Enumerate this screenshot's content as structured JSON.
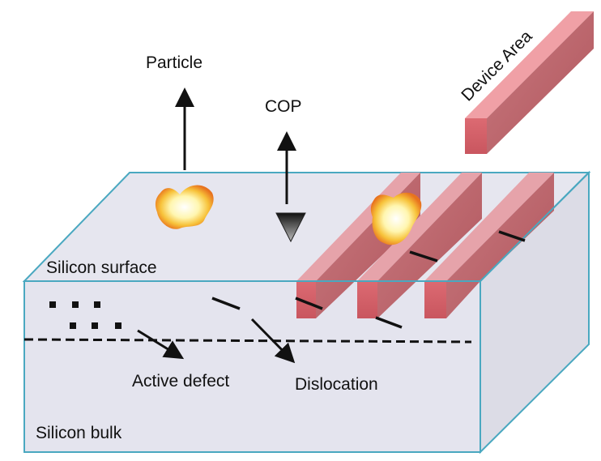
{
  "labels": {
    "particle": "Particle",
    "cop": "COP",
    "device_area": "Device Area",
    "silicon_surface": "Silicon surface",
    "silicon_bulk": "Silicon bulk",
    "active_defect": "Active defect",
    "dislocation": "Dislocation"
  },
  "colors": {
    "box_edge": "#4aa8c0",
    "box_face": "#e4e4ee",
    "box_side": "#dcdce6",
    "device_front": "#d9606a",
    "device_top": "#e7a3aa",
    "device_side": "#c06b72",
    "particle_core": "#fffbe6",
    "particle_glow": "#f5a623"
  }
}
